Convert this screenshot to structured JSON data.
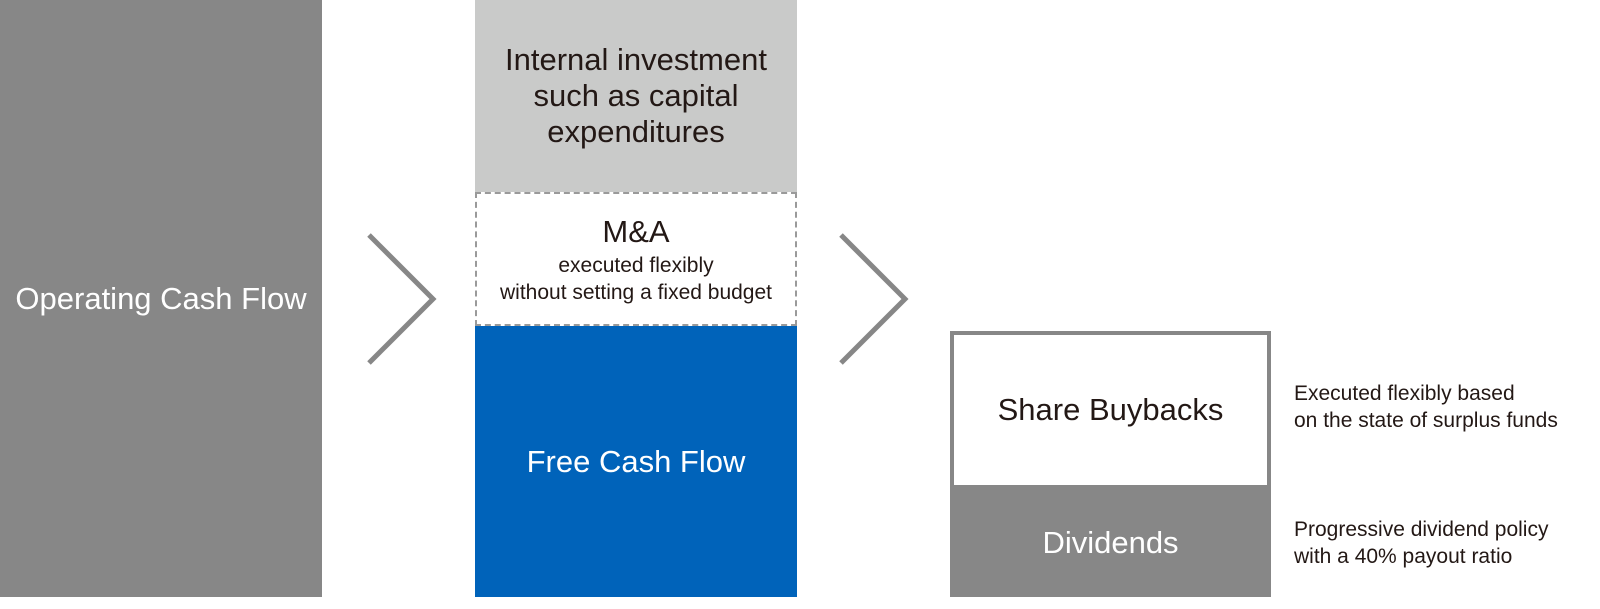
{
  "operating": {
    "label": "Operating Cash Flow"
  },
  "internal": {
    "lines": [
      "Internal investment",
      "such as capital",
      "expenditures"
    ]
  },
  "ma": {
    "title": "M&A",
    "lines": [
      "executed flexibly",
      "without setting a fixed budget"
    ]
  },
  "free_cash_flow": {
    "label": "Free Cash Flow"
  },
  "share_buybacks": {
    "label": "Share Buybacks",
    "note": [
      "Executed flexibly based",
      "on the state of surplus funds"
    ]
  },
  "dividends": {
    "label": "Dividends",
    "note": [
      "Progressive dividend policy",
      "with a 40% payout ratio"
    ]
  },
  "colors": {
    "gray": "#878787",
    "light_gray": "#c9cac9",
    "blue": "#0063ba"
  },
  "icons": [
    "chevron-right-icon",
    "chevron-right-icon"
  ]
}
